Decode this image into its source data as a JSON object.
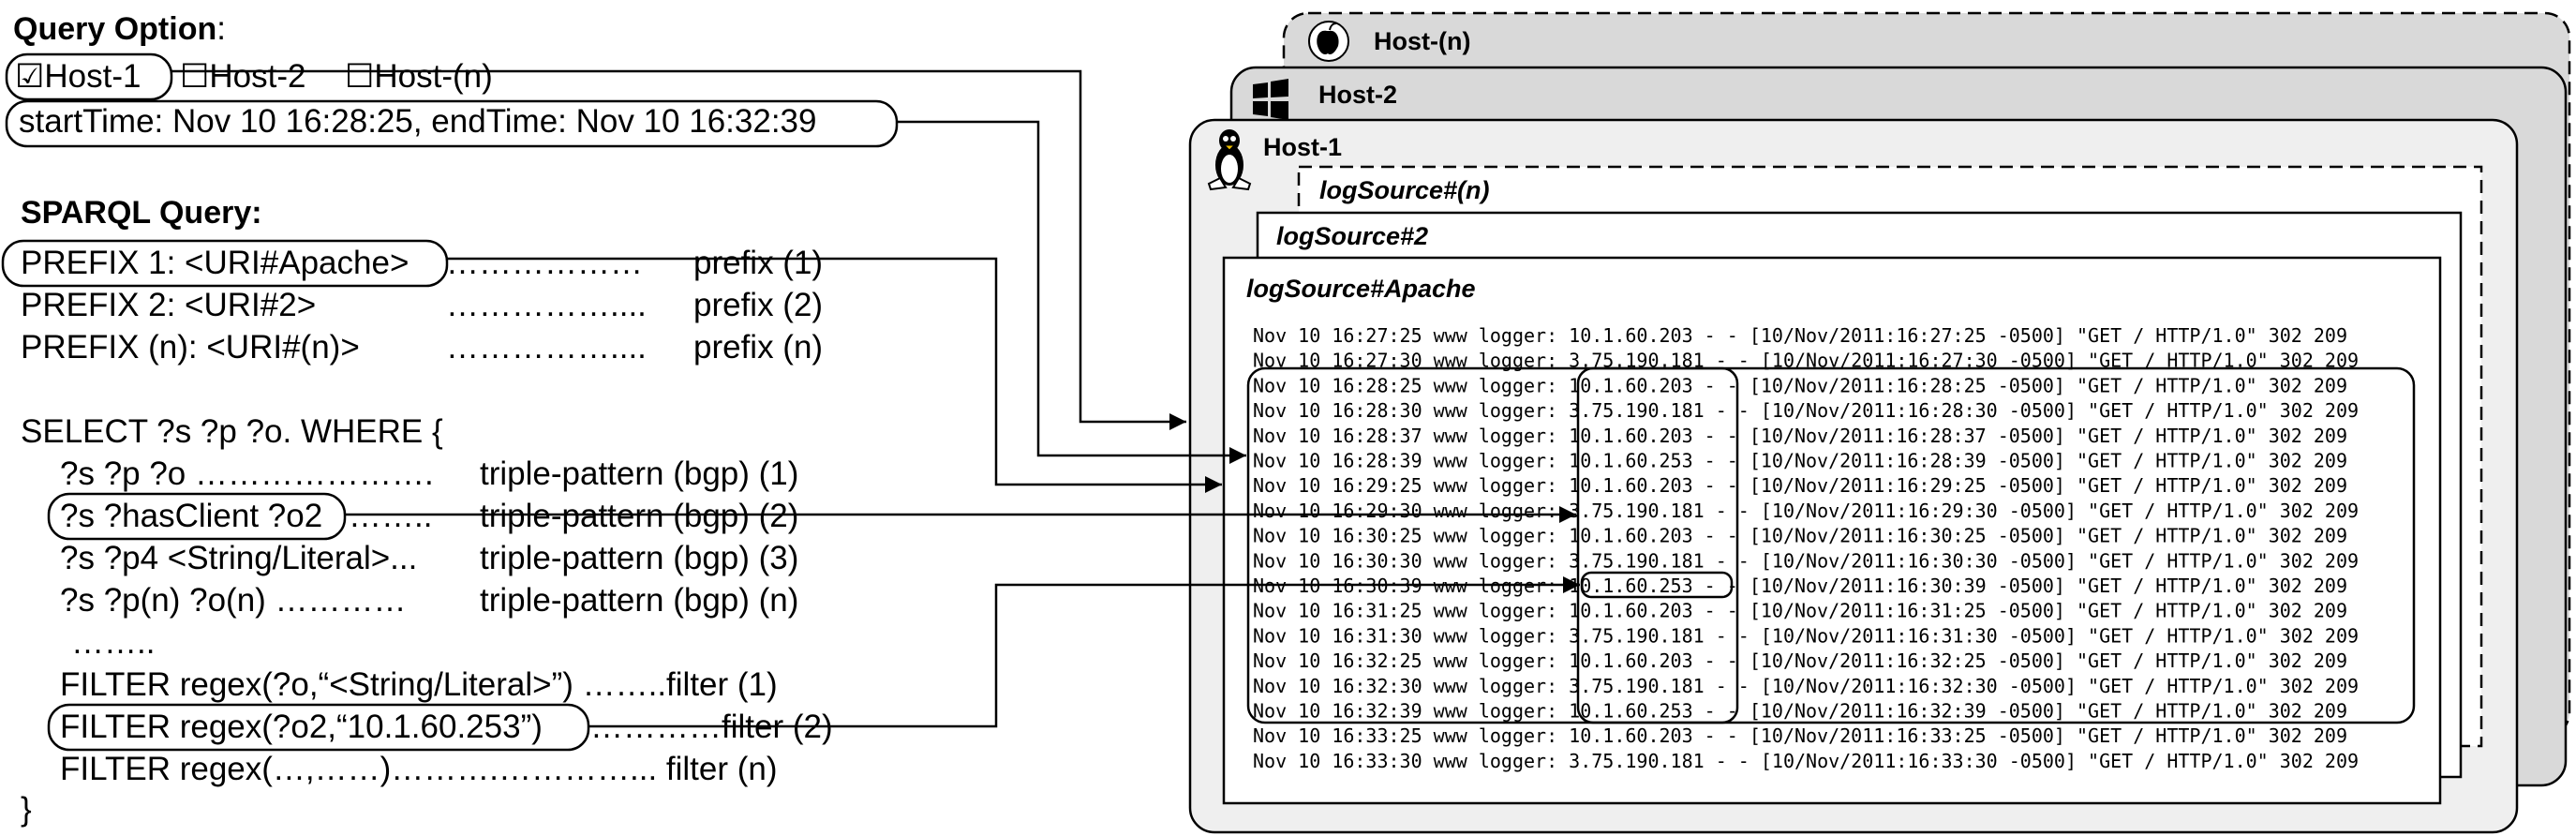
{
  "query_option": {
    "heading": "Query Option",
    "heading_colon": ":",
    "host_options": [
      "☑Host-1",
      "☐Host-2",
      "☐Host-(n)"
    ],
    "time_range": "startTime: Nov 10 16:28:25, endTime: Nov 10 16:32:39"
  },
  "sparql": {
    "heading": "SPARQL Query:",
    "prefixes": [
      {
        "text": "PREFIX 1: <URI#Apache>",
        "dots": "………………",
        "label": "prefix (1)"
      },
      {
        "text": "PREFIX 2: <URI#2>",
        "dots": "……………....",
        "label": "prefix (2)"
      },
      {
        "text": "PREFIX (n): <URI#(n)>",
        "dots": "……………....",
        "label": "prefix (n)"
      }
    ],
    "select": "SELECT ?s ?p ?o. WHERE {",
    "patterns": [
      {
        "text": "?s ?p ?o ………………….",
        "label": "triple-pattern (bgp) (1)"
      },
      {
        "text": "?s ?hasClient ?o2",
        "dots": "……..",
        "label": "triple-pattern (bgp) (2)"
      },
      {
        "text": "?s ?p4 <String/Literal>...",
        "label": "triple-pattern  (bgp) (3)"
      },
      {
        "text": "?s ?p(n) ?o(n) …………",
        "label": "triple-pattern (bgp) (n)"
      }
    ],
    "ellipsis": "……..",
    "filters": [
      {
        "text": "FILTER regex(?o,“<String/Literal>”) ……..filter (1)"
      },
      {
        "text": "FILTER regex(?o2,“10.1.60.253”)",
        "dots": "…………filter (2)"
      },
      {
        "text": "FILTER regex(…,……)……….…………... filter (n)"
      }
    ],
    "close": "}"
  },
  "hosts": {
    "host_n": {
      "label": "Host-(n)",
      "icon": "apple-icon"
    },
    "host_2": {
      "label": "Host-2",
      "icon": "windows-icon"
    },
    "host_1": {
      "label": "Host-1",
      "icon": "linux-icon"
    }
  },
  "log_sources": {
    "source_n": "logSource#(n)",
    "source_2": "logSource#2",
    "source_apache": "logSource#Apache"
  },
  "log_lines": [
    {
      "prefix": "Nov 10 16:27:25 www logger: ",
      "ip": "10.1.60.203",
      "rest": " - - [10/Nov/2011:16:27:25 -0500] \"GET / HTTP/1.0\" 302 209"
    },
    {
      "prefix": "Nov 10 16:27:30 www logger: ",
      "ip": "3.75.190.181",
      "rest": " - - [10/Nov/2011:16:27:30 -0500] \"GET / HTTP/1.0\" 302 209"
    },
    {
      "prefix": "Nov 10 16:28:25 www logger: ",
      "ip": "10.1.60.203",
      "rest": " - - [10/Nov/2011:16:28:25 -0500] \"GET / HTTP/1.0\" 302 209"
    },
    {
      "prefix": "Nov 10 16:28:30 www logger: ",
      "ip": "3.75.190.181",
      "rest": " - - [10/Nov/2011:16:28:30 -0500] \"GET / HTTP/1.0\" 302 209"
    },
    {
      "prefix": "Nov 10 16:28:37 www logger: ",
      "ip": "10.1.60.203",
      "rest": " - - [10/Nov/2011:16:28:37 -0500] \"GET / HTTP/1.0\" 302 209"
    },
    {
      "prefix": "Nov 10 16:28:39 www logger: ",
      "ip": "10.1.60.253",
      "rest": " - - [10/Nov/2011:16:28:39 -0500] \"GET / HTTP/1.0\" 302 209"
    },
    {
      "prefix": "Nov 10 16:29:25 www logger: ",
      "ip": "10.1.60.203",
      "rest": " - - [10/Nov/2011:16:29:25 -0500] \"GET / HTTP/1.0\" 302 209"
    },
    {
      "prefix": "Nov 10 16:29:30 www logger: ",
      "ip": "3.75.190.181",
      "rest": " - - [10/Nov/2011:16:29:30 -0500] \"GET / HTTP/1.0\" 302 209"
    },
    {
      "prefix": "Nov 10 16:30:25 www logger: ",
      "ip": "10.1.60.203",
      "rest": " - - [10/Nov/2011:16:30:25 -0500] \"GET / HTTP/1.0\" 302 209"
    },
    {
      "prefix": "Nov 10 16:30:30 www logger: ",
      "ip": "3.75.190.181",
      "rest": " - - [10/Nov/2011:16:30:30 -0500] \"GET / HTTP/1.0\" 302 209"
    },
    {
      "prefix": "Nov 10 16:30:39 www logger: ",
      "ip": "10.1.60.253",
      "rest": " - - [10/Nov/2011:16:30:39 -0500] \"GET / HTTP/1.0\" 302 209"
    },
    {
      "prefix": "Nov 10 16:31:25 www logger: ",
      "ip": "10.1.60.203",
      "rest": " - - [10/Nov/2011:16:31:25 -0500] \"GET / HTTP/1.0\" 302 209"
    },
    {
      "prefix": "Nov 10 16:31:30 www logger: ",
      "ip": "3.75.190.181",
      "rest": " - - [10/Nov/2011:16:31:30 -0500] \"GET / HTTP/1.0\" 302 209"
    },
    {
      "prefix": "Nov 10 16:32:25 www logger: ",
      "ip": "10.1.60.203",
      "rest": " - - [10/Nov/2011:16:32:25 -0500] \"GET / HTTP/1.0\" 302 209"
    },
    {
      "prefix": "Nov 10 16:32:30 www logger: ",
      "ip": "3.75.190.181",
      "rest": " - - [10/Nov/2011:16:32:30 -0500] \"GET / HTTP/1.0\" 302 209"
    },
    {
      "prefix": "Nov 10 16:32:39 www logger: ",
      "ip": "10.1.60.253",
      "rest": " - - [10/Nov/2011:16:32:39 -0500] \"GET / HTTP/1.0\" 302 209"
    },
    {
      "prefix": "Nov 10 16:33:25 www logger: ",
      "ip": "10.1.60.203",
      "rest": " - - [10/Nov/2011:16:33:25 -0500] \"GET / HTTP/1.0\" 302 209"
    },
    {
      "prefix": "Nov 10 16:33:30 www logger: ",
      "ip": "3.75.190.181",
      "rest": " - - [10/Nov/2011:16:33:30 -0500] \"GET / HTTP/1.0\" 302 209"
    }
  ],
  "colors": {
    "panel_outer": "#d9d9d9",
    "panel_inner": "#efefef",
    "stroke": "#000000"
  }
}
